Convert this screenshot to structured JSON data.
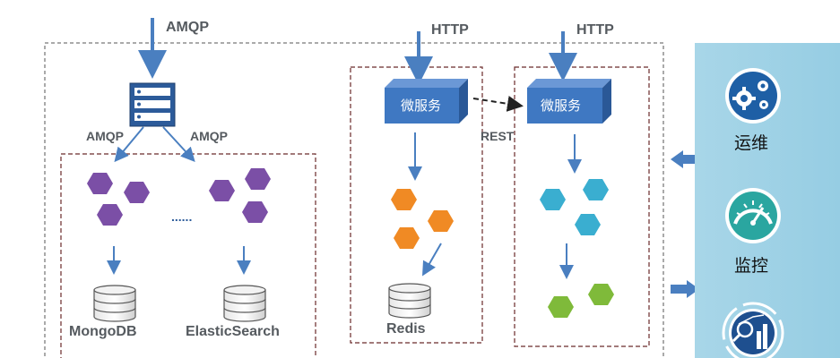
{
  "protocols": {
    "amqp_top": "AMQP",
    "amqp_left": "AMQP",
    "amqp_right": "AMQP",
    "http_1": "HTTP",
    "http_2": "HTTP",
    "rest": "REST"
  },
  "services": {
    "service_1": "微服务",
    "service_2": "微服务"
  },
  "stores": {
    "mongodb": "MongoDB",
    "elasticsearch": "ElasticSearch",
    "redis": "Redis"
  },
  "ellipsis": "......",
  "ops_panel": {
    "ops_label": "运维",
    "monitor_label": "监控"
  },
  "colors": {
    "purple": "#7b4fa6",
    "orange": "#f08a24",
    "teal": "#3aaed0",
    "green": "#7fba3a",
    "service_blue": "#3f78c2",
    "panel_bg": "#9fd2e6",
    "arrow_blue": "#4a7fc0"
  }
}
